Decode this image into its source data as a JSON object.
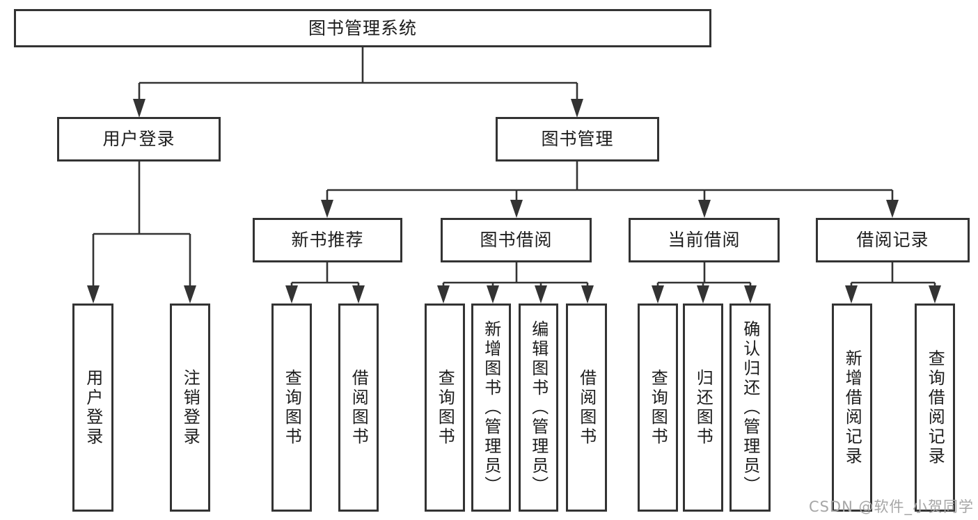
{
  "tree": {
    "root": {
      "label": "图书管理系统"
    },
    "branches": [
      {
        "label": "用户登录",
        "children": [
          {
            "label": "用户登录"
          },
          {
            "label": "注销登录"
          }
        ]
      },
      {
        "label": "图书管理",
        "sections": [
          {
            "label": "新书推荐",
            "children": [
              {
                "label": "查询图书"
              },
              {
                "label": "借阅图书"
              }
            ]
          },
          {
            "label": "图书借阅",
            "children": [
              {
                "label": "查询图书"
              },
              {
                "label": "新增图书（管理员）"
              },
              {
                "label": "编辑图书（管理员）"
              },
              {
                "label": "借阅图书"
              }
            ]
          },
          {
            "label": "当前借阅",
            "children": [
              {
                "label": "查询图书"
              },
              {
                "label": "归还图书"
              },
              {
                "label": "确认归还（管理员）"
              }
            ]
          },
          {
            "label": "借阅记录",
            "children": [
              {
                "label": "新增借阅记录"
              },
              {
                "label": "查询借阅记录"
              }
            ]
          }
        ]
      }
    ]
  },
  "watermark": {
    "text": "CSDN @软件_小贺同学",
    "color": "#a6a6a6"
  },
  "colors": {
    "line": "#333333",
    "border": "#333333",
    "text": "#1c1c1c",
    "background": "#ffffff"
  }
}
